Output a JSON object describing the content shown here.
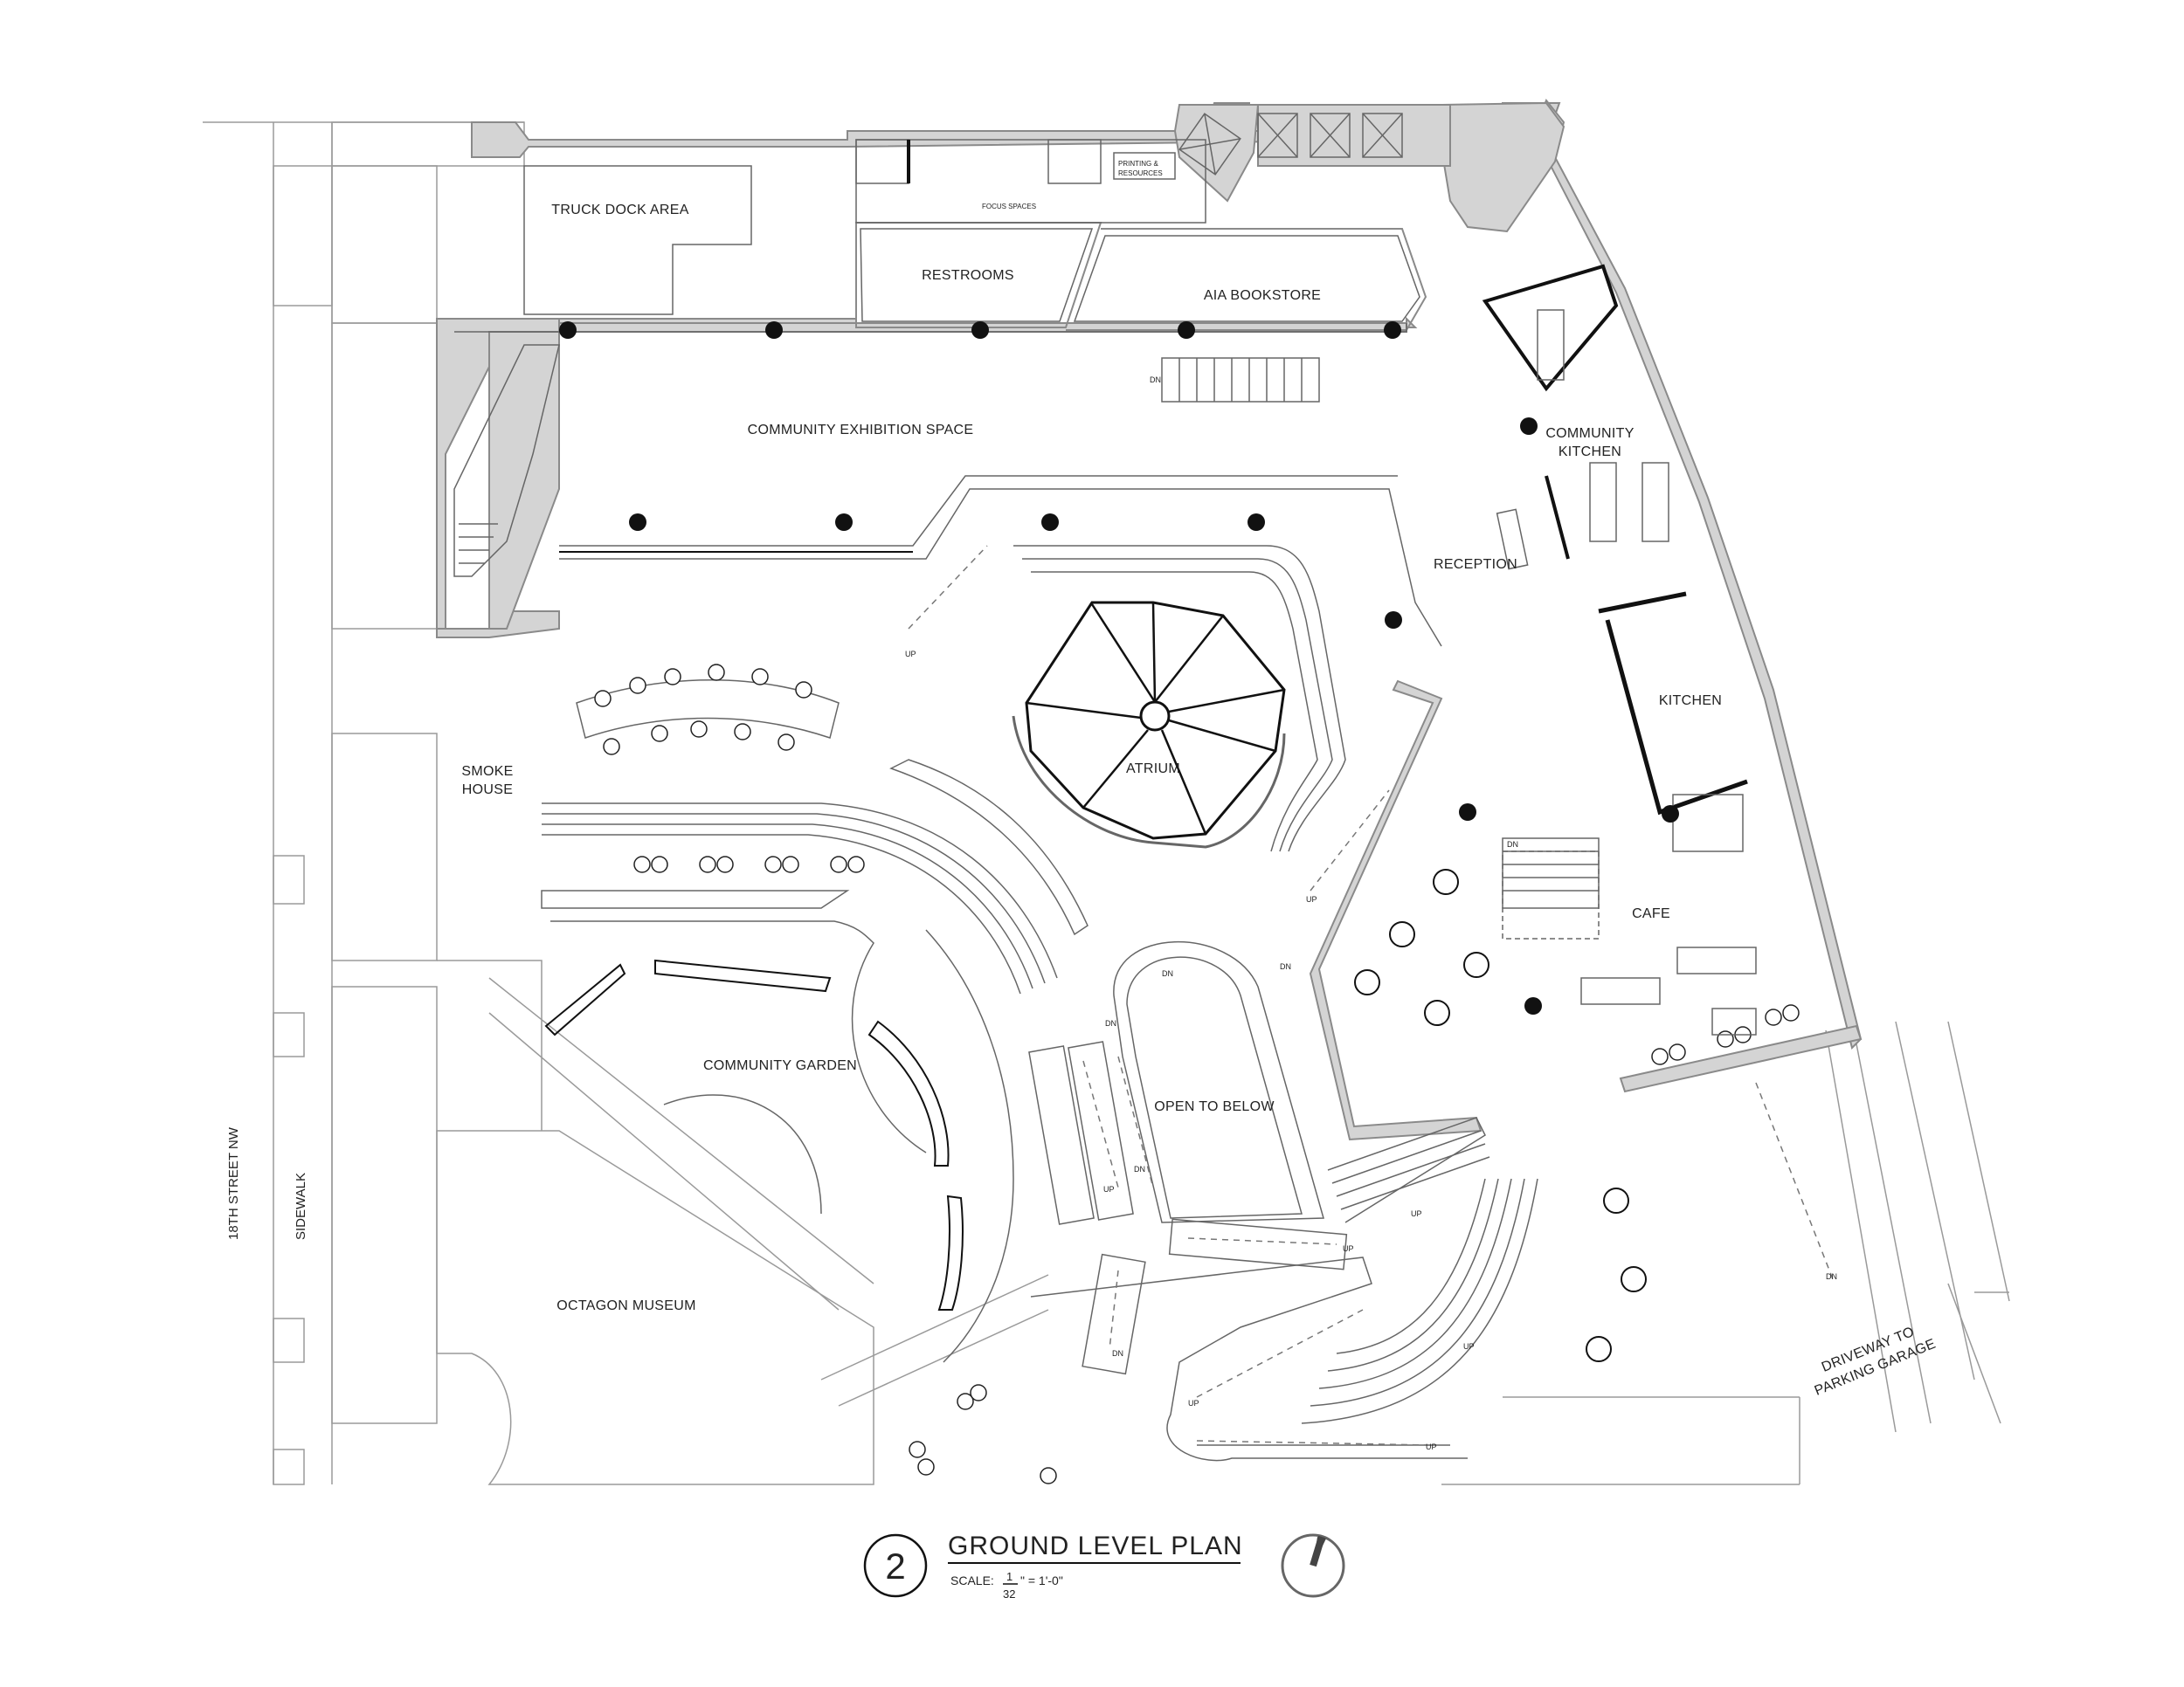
{
  "rooms": {
    "truck_dock": "TRUCK DOCK AREA",
    "restrooms": "RESTROOMS",
    "bookstore": "AIA BOOKSTORE",
    "exhibition": "COMMUNITY EXHIBITION SPACE",
    "community_kitchen": [
      "COMMUNITY",
      "KITCHEN"
    ],
    "reception": "RECEPTION",
    "kitchen": "KITCHEN",
    "atrium": "ATRIUM",
    "smoke_house": [
      "SMOKE",
      "HOUSE"
    ],
    "cafe": "CAFE",
    "open_to_below": "OPEN TO BELOW",
    "community_garden": "COMMUNITY GARDEN",
    "octagon_museum": "OCTAGON MUSEUM",
    "driveway": [
      "DRIVEWAY TO",
      "PARKING GARAGE"
    ]
  },
  "small_labels": {
    "focus_spaces": "FOCUS SPACES",
    "printing": [
      "PRINTING &",
      "RESOURCES"
    ],
    "up": "UP",
    "dn": "DN"
  },
  "streets": {
    "street": "18TH STREET NW",
    "sidewalk": "SIDEWALK"
  },
  "title_block": {
    "number": "2",
    "title": "GROUND LEVEL PLAN",
    "scale_label": "SCALE:",
    "scale_num": "1",
    "scale_den": "32",
    "scale_rest": "\" = 1'-0\""
  },
  "colors": {
    "wall_fill": "#d4d4d4",
    "wall_stroke": "#8a8a8a",
    "ink": "#111111"
  }
}
